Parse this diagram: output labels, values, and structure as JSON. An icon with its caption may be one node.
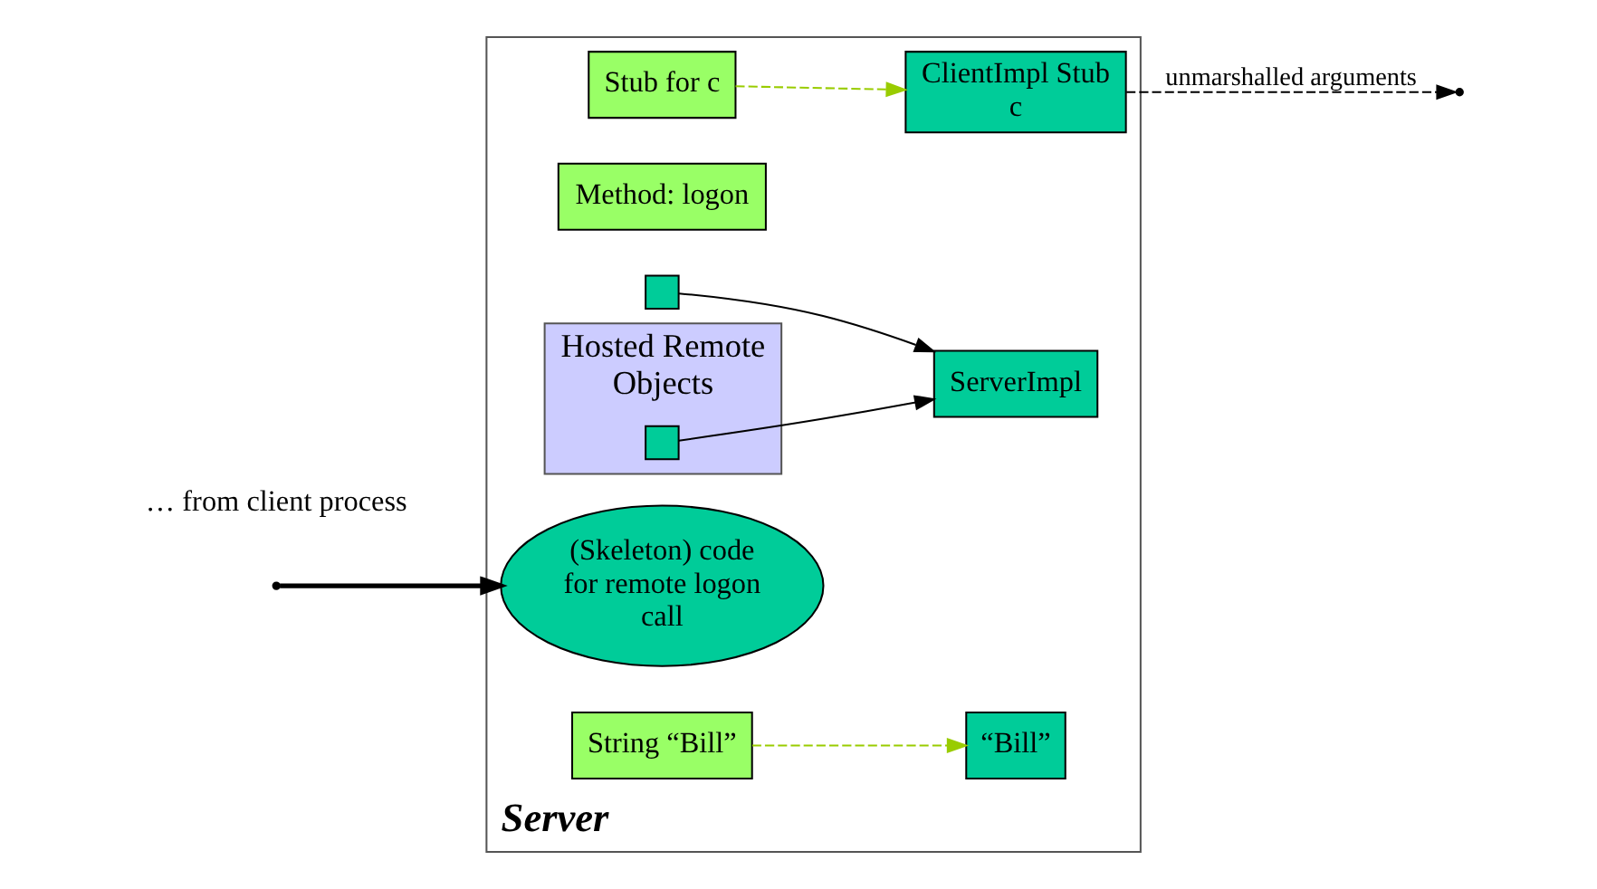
{
  "diagram": {
    "nodes": [
      {
        "text": [
          "Server"
        ]
      },
      {
        "text": [
          "Method: logon"
        ],
        "in": 0
      },
      {
        "text": [
          "Stub for c"
        ],
        "in": 0
      },
      {
        "text": [
          "String “Bill”"
        ],
        "in": 0
      },
      {
        "text": [
          "(Skeleton) code for remote logon call"
        ],
        "in": 0
      },
      {
        "text": [],
        "shape": "box",
        "in": 0
      },
      {
        "text": [
          "“Bill”"
        ],
        "in": 0
      },
      {
        "text": [
          "ClientImpl Stub c"
        ],
        "in": 0
      },
      {
        "text": [
          "ServerImpl"
        ],
        "in": 0
      },
      {
        "text": [
          "Hosted Remote Objects"
        ],
        "in": 0
      },
      {
        "text": [],
        "shape": "box",
        "in": 9
      }
    ],
    "edges": [
      {
        "from": null,
        "to": 4,
        "arrow": "to",
        "style": "thick"
      },
      {
        "from": 2,
        "to": 7,
        "arrow": "to",
        "style": "dashed",
        "color": "#99cc00"
      },
      {
        "from": 3,
        "to": 6,
        "arrow": "to",
        "style": "dashed",
        "color": "#99cc00"
      },
      {
        "from": 5,
        "to": 8,
        "arrow": "to"
      },
      {
        "from": 10,
        "to": 8,
        "arrow": "to"
      },
      {
        "from": 7,
        "to": null,
        "arrow": "to",
        "style": "dashed",
        "label": "unmarshalled arguments"
      }
    ],
    "labels": [
      "… from client process"
    ]
  }
}
